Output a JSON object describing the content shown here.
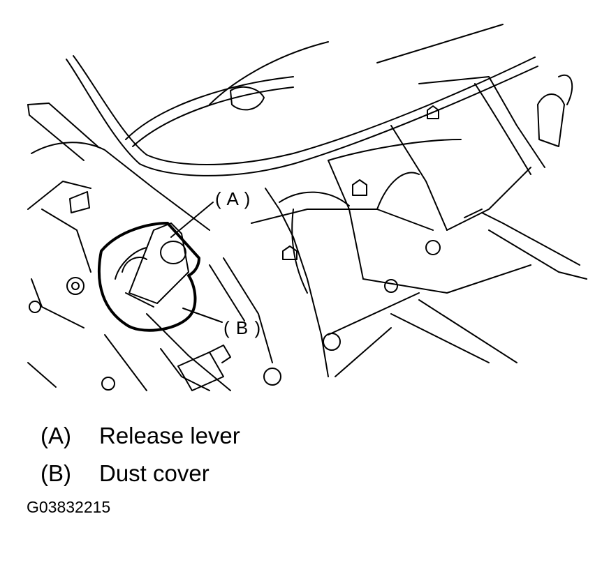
{
  "callouts": [
    {
      "key": "( A )"
    },
    {
      "key": "( B )"
    }
  ],
  "legend": [
    {
      "key": "(A)",
      "label": "Release lever"
    },
    {
      "key": "(B)",
      "label": "Dust cover"
    }
  ],
  "figure_id": "G03832215"
}
